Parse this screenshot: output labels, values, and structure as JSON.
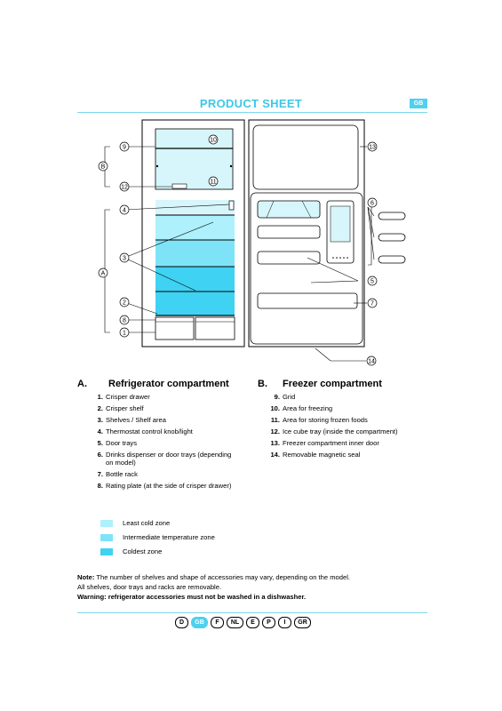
{
  "header": {
    "title": "PRODUCT SHEET",
    "lang_tag": "GB"
  },
  "diagram": {
    "callouts": [
      "9",
      "B",
      "12",
      "10",
      "11",
      "13",
      "6",
      "4",
      "A",
      "3",
      "5",
      "2",
      "7",
      "8",
      "1",
      "14"
    ],
    "zone_colors": {
      "least_cold": "#aef0fb",
      "intermediate": "#7fe3f8",
      "coldest": "#3fd2f2"
    }
  },
  "section_a": {
    "letter": "A.",
    "title": "Refrigerator compartment",
    "items": [
      {
        "num": "1.",
        "text": "Crisper drawer"
      },
      {
        "num": "2.",
        "text": "Crisper shelf"
      },
      {
        "num": "3.",
        "text": "Shelves / Shelf area"
      },
      {
        "num": "4.",
        "text": "Thermostat control knob/light"
      },
      {
        "num": "5.",
        "text": "Door trays"
      },
      {
        "num": "6.",
        "text": "Drinks dispenser or door trays (depending on model)"
      },
      {
        "num": "7.",
        "text": "Bottle rack"
      },
      {
        "num": "8.",
        "text": "Rating plate (at the side of crisper drawer)"
      }
    ]
  },
  "section_b": {
    "letter": "B.",
    "title": "Freezer compartment",
    "items": [
      {
        "num": "9.",
        "text": "Grid"
      },
      {
        "num": "10.",
        "text": "Area for freezing"
      },
      {
        "num": "11.",
        "text": "Area for storing frozen foods"
      },
      {
        "num": "12.",
        "text": "Ice cube tray (inside the compartment)"
      },
      {
        "num": "13.",
        "text": "Freezer compartment inner door"
      },
      {
        "num": "14.",
        "text": "Removable magnetic seal"
      }
    ]
  },
  "legend": [
    {
      "label": "Least cold zone",
      "color": "#aef0fb"
    },
    {
      "label": "Intermediate temperature zone",
      "color": "#7fe3f8"
    },
    {
      "label": "Coldest zone",
      "color": "#3fd2f2"
    }
  ],
  "notes": {
    "note_label": "Note:",
    "note_text": " The number of shelves and shape of accessories may vary, depending on the model.",
    "line2": "All shelves, door trays and racks are removable.",
    "warning_label": "Warning:",
    "warning_text": " refrigerator accessories must not be washed in a dishwasher."
  },
  "languages": [
    "D",
    "GB",
    "F",
    "NL",
    "E",
    "P",
    "I",
    "GR"
  ],
  "active_language": "GB"
}
